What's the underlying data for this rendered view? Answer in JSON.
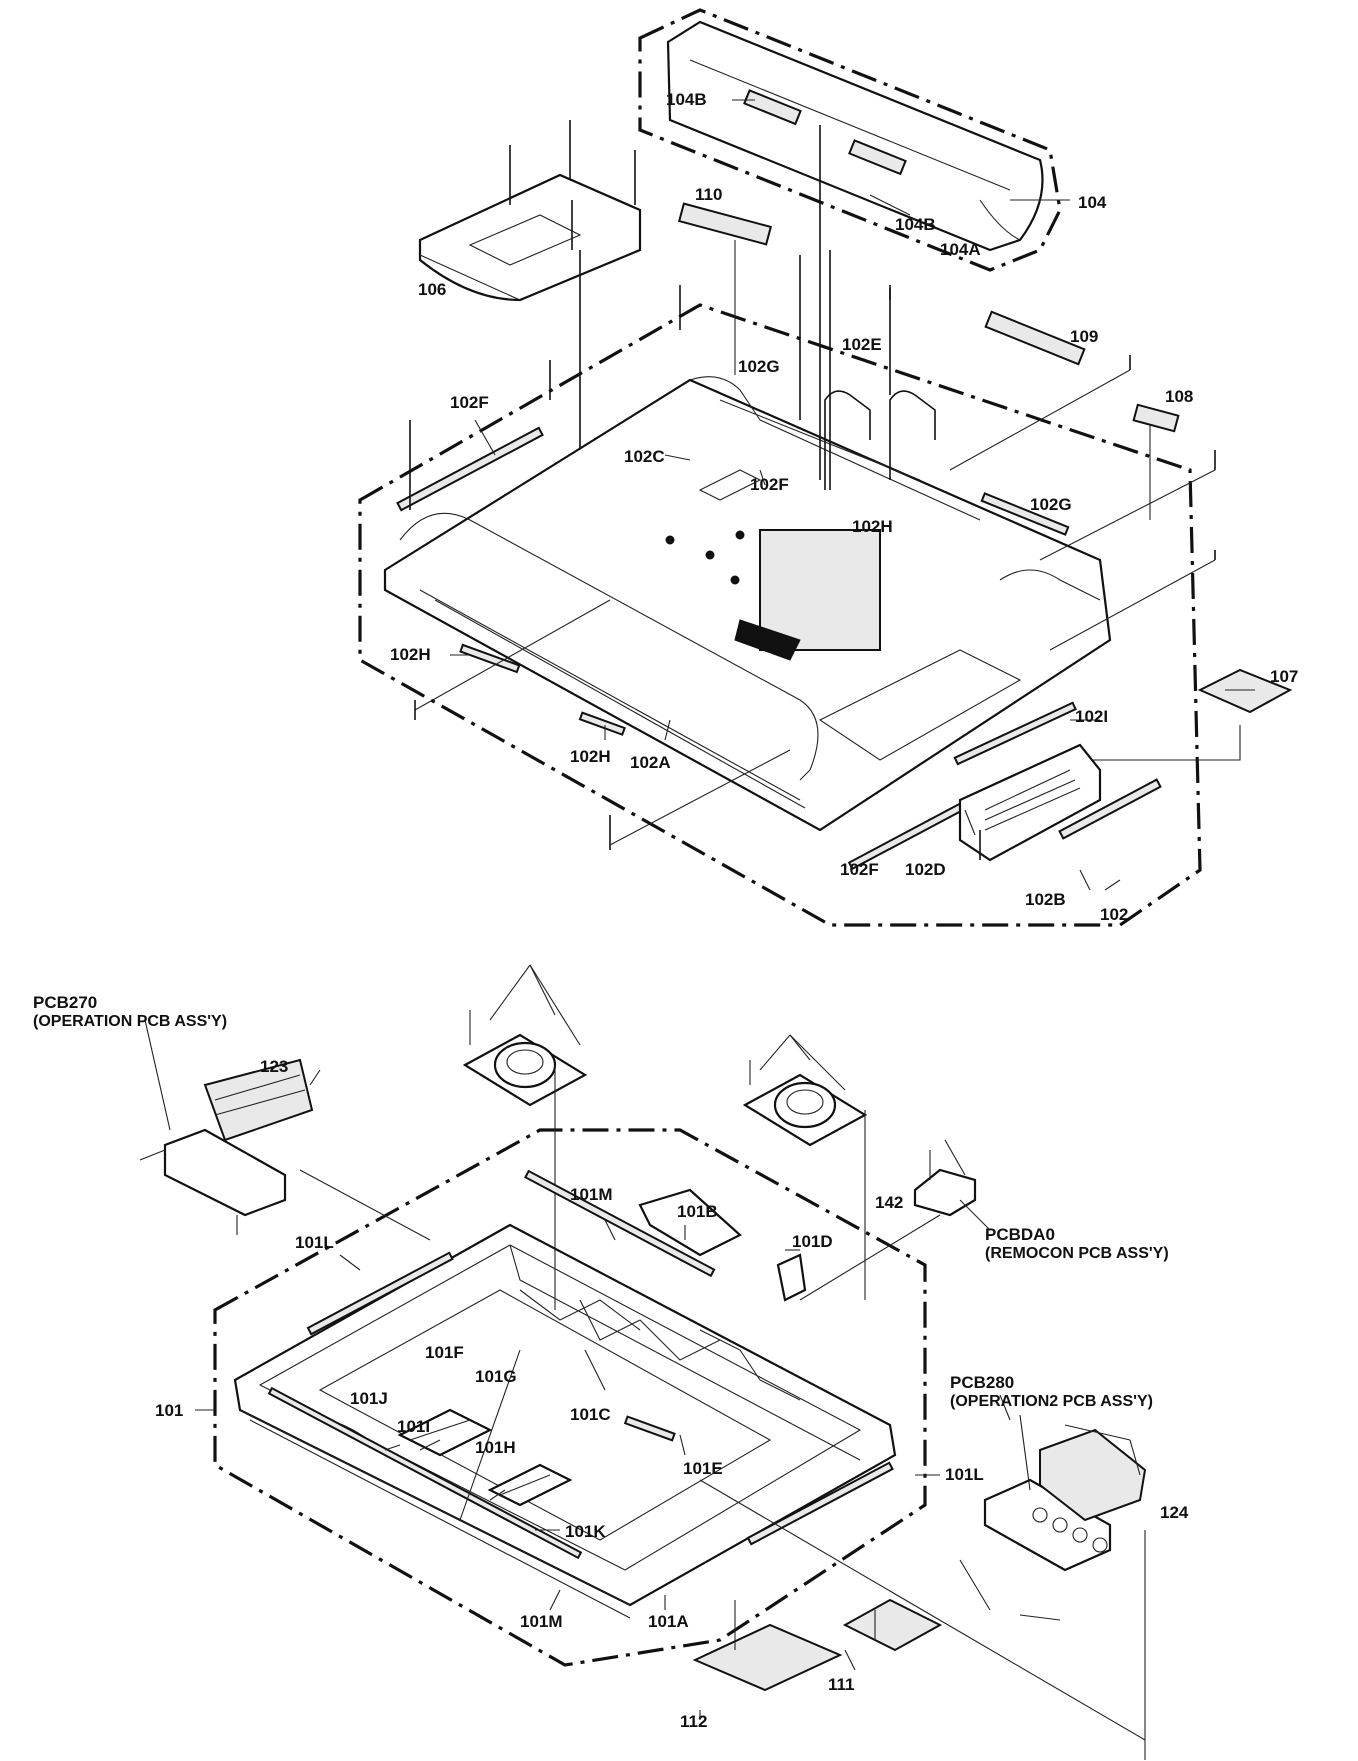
{
  "labels": {
    "l104B_a": "104B",
    "l104B_b": "104B",
    "l104A": "104A",
    "l104": "104",
    "l110": "110",
    "l106": "106",
    "l109": "109",
    "l108": "108",
    "l102E": "102E",
    "l102G_a": "102G",
    "l102G_b": "102G",
    "l102F_a": "102F",
    "l102F_b": "102F",
    "l102F_c": "102F",
    "l102C": "102C",
    "l102H_a": "102H",
    "l102H_b": "102H",
    "l102H_c": "102H",
    "l102A": "102A",
    "l102I": "102I",
    "l102D": "102D",
    "l102B": "102B",
    "l102": "102",
    "l107": "107",
    "pcb270_a": "PCB270",
    "pcb270_b": "(OPERATION PCB ASS'Y)",
    "l123": "123",
    "l142": "142",
    "pcbda0_a": "PCBDA0",
    "pcbda0_b": "(REMOCON PCB ASS'Y)",
    "l101M_a": "101M",
    "l101M_b": "101M",
    "l101B": "101B",
    "l101D": "101D",
    "l101L_a": "101L",
    "l101L_b": "101L",
    "l101F": "101F",
    "l101G": "101G",
    "l101J": "101J",
    "l101I": "101I",
    "l101H": "101H",
    "l101C": "101C",
    "l101E": "101E",
    "l101K": "101K",
    "l101": "101",
    "l101A": "101A",
    "pcb280_a": "PCB280",
    "pcb280_b": "(OPERATION2 PCB ASS'Y)",
    "l124": "124",
    "l111": "111",
    "l112": "112"
  }
}
